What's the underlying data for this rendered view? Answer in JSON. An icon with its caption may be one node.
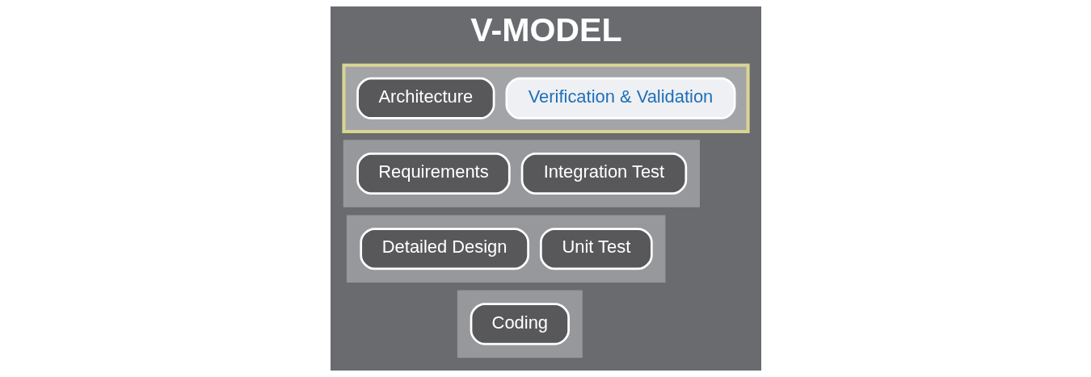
{
  "diagram": {
    "title": "V-MODEL",
    "nodes": [
      {
        "text": [],
        "shape": "trapezoid"
      },
      {
        "text": [
          "Architecture"
        ],
        "in": 0
      },
      {
        "text": [
          "Verification & Validation"
        ],
        "in": 0
      },
      {
        "text": [],
        "shape": "trapezoid"
      },
      {
        "text": [
          "Requirements"
        ],
        "in": 3
      },
      {
        "text": [
          "Integration Test"
        ],
        "in": 3
      },
      {
        "text": [],
        "shape": "trapezoid"
      },
      {
        "text": [
          "Detailed Design"
        ],
        "in": 6
      },
      {
        "text": [
          "Unit Test"
        ],
        "in": 6
      },
      {
        "text": [],
        "shape": "trapezoid"
      },
      {
        "text": [
          "Coding"
        ],
        "in": 9
      }
    ]
  }
}
